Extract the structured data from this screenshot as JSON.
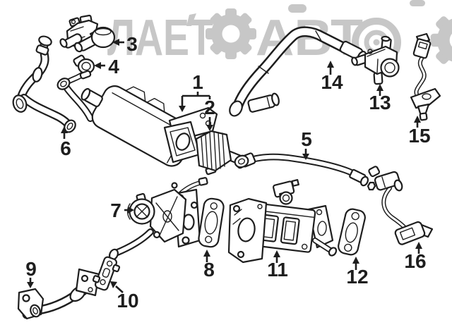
{
  "watermark": {
    "color": "#c7c7c7",
    "word1": "ЛАЕТ",
    "word2": "АВТ"
  },
  "diagram": {
    "background_color": "#ffffff",
    "line_color": "#1e1e1e",
    "callouts": [
      "1",
      "2",
      "3",
      "4",
      "5",
      "6",
      "7",
      "8",
      "9",
      "10",
      "11",
      "12",
      "13",
      "14",
      "15",
      "16"
    ]
  }
}
